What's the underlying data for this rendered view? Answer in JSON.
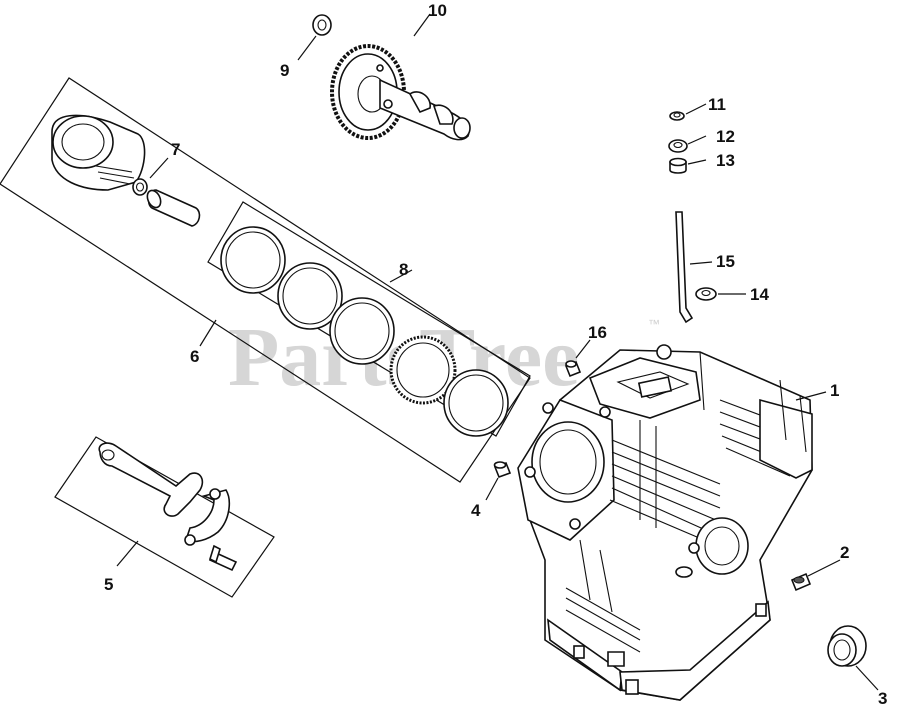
{
  "watermark": {
    "text": "PartsTree",
    "trademark": "™"
  },
  "callouts": {
    "c1": "1",
    "c2": "2",
    "c3": "3",
    "c4": "4",
    "c5": "5",
    "c6": "6",
    "c7": "7",
    "c8": "8",
    "c9": "9",
    "c10": "10",
    "c11": "11",
    "c12": "12",
    "c13": "13",
    "c14": "14",
    "c15": "15",
    "c16": "16"
  },
  "colors": {
    "line": "#111111",
    "watermark": "#d6d6d6",
    "background": "#ffffff"
  }
}
